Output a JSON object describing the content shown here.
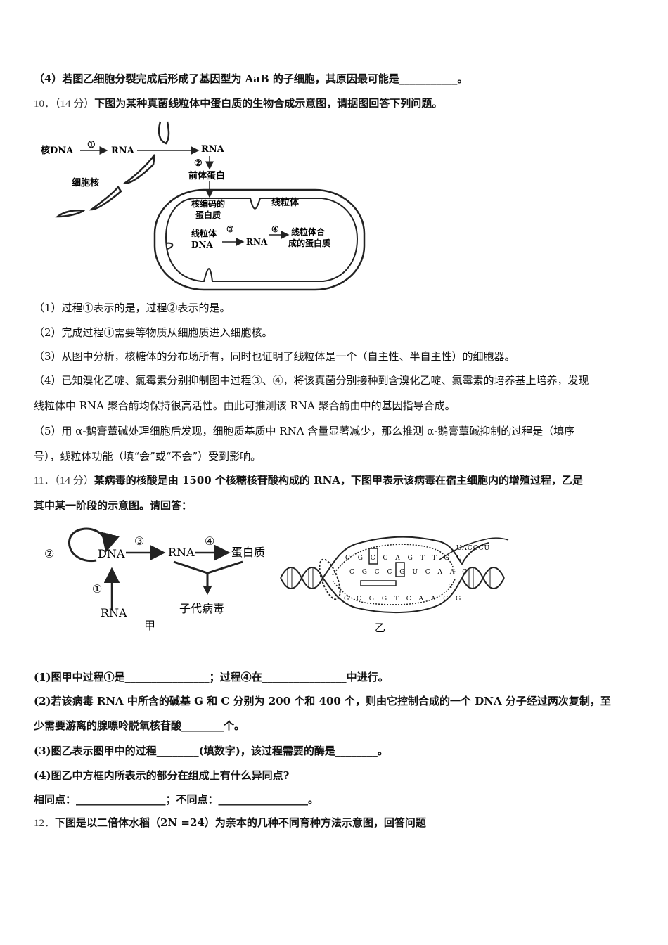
{
  "q9": {
    "part4": "（4）若图乙细胞分裂完成后形成了基因型为 AaB 的子细胞，其原因最可能是___________。"
  },
  "q10": {
    "number": "10．",
    "score": "（14 分）",
    "stem": "下图为某种真菌线粒体中蛋白质的生物合成示意图，请据图回答下列问题。",
    "diagram": {
      "nuclear_dna": "核DNA",
      "step1": "①",
      "rna1": "RNA",
      "rna2": "RNA",
      "step2": "②",
      "precursor": "前体蛋白",
      "nucleus": "细胞核",
      "nuclear_encoded_line1": "核编码的",
      "nuclear_encoded_line2": "蛋白质",
      "mito": "线粒体",
      "mito_dna_line1": "线粒体",
      "mito_dna_line2": "DNA",
      "step3": "③",
      "rna3": "RNA",
      "step4": "④",
      "mito_protein_line1": "线粒体合",
      "mito_protein_line2": "成的蛋白质"
    },
    "p1": "（1）过程①表示的是，过程②表示的是。",
    "p2": "（2）完成过程①需要等物质从细胞质进入细胞核。",
    "p3": "（3）从图中分析，核糖体的分布场所有，同时也证明了线粒体是一个（自主性、半自主性）的细胞器。",
    "p4a": "（4）已知溴化乙啶、氯霉素分别抑制图中过程③、④，将该真菌分别接种到含溴化乙啶、氯霉素的培养基上培养，发现",
    "p4b": "线粒体中 RNA 聚合酶均保持很高活性。由此可推测该 RNA 聚合酶由中的基因指导合成。",
    "p5a": "（5）用 α-鹅膏蕈碱处理细胞后发现，细胞质基质中 RNA 含量显著减少，那么推测 α-鹅膏蕈碱抑制的过程是（填序",
    "p5b": "号），线粒体功能（填“会”或“不会”）受到影响。"
  },
  "q11": {
    "number": "11．",
    "score": "（14 分）",
    "stem_a": "某病毒的核酸是由 1500 个核糖核苷酸构成的 RNA，下图甲表示该病毒在宿主细胞内的增殖过程，乙是",
    "stem_b": "其中某一阶段的示意图。请回答：",
    "jia": {
      "step2": "②",
      "dna": "DNA",
      "step3": "③",
      "rna_mid": "RNA",
      "step4": "④",
      "protein": "蛋白质",
      "step1": "①",
      "rna_bottom": "RNA",
      "progeny": "子代病毒",
      "caption": "甲"
    },
    "yi": {
      "top_strand": "C G C C A G T T G C",
      "mid_strand": "C G C C G U C A A C",
      "bottom_strand": "G C G G T C A A C G",
      "tail": "UACCCU",
      "t_label": "T",
      "caption": "乙"
    },
    "p1": "(1)图甲中过程①是________________；过程④在________________中进行。",
    "p2a": "(2)若该病毒 RNA 中所含的碱基 G 和 C 分别为 200 个和 400 个，则由它控制合成的一个 DNA 分子经过两次复制，至",
    "p2b": "少需要游离的腺嘌呤脱氧核苷酸________个。",
    "p3": "(3)图乙表示图甲中的过程________(填数字)，该过程需要的酶是________。",
    "p4": "(4)图乙中方框内所表示的部分在组成上有什么异同点?",
    "p4ans": "相同点：_________________；不同点：_________________。"
  },
  "q12": {
    "number": "12．",
    "stem": "下图是以二倍体水稻（2N =24）为亲本的几种不同育种方法示意图，回答问题"
  }
}
